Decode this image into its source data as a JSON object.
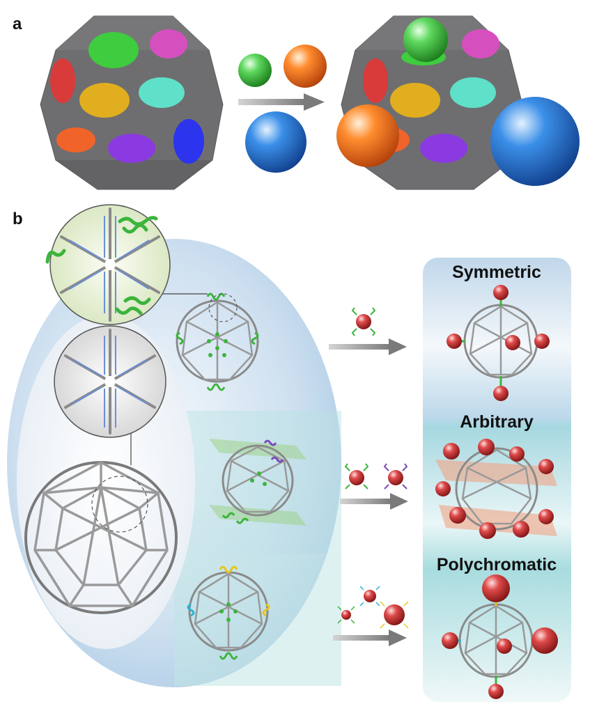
{
  "panels": {
    "a": {
      "letter": "a"
    },
    "b": {
      "letter": "b",
      "modes": [
        {
          "label": "Symmetric"
        },
        {
          "label": "Arbitrary"
        },
        {
          "label": "Polychromatic"
        }
      ]
    }
  },
  "colors": {
    "cage_body": "#6e6e70",
    "patch_green": "#3fcc3f",
    "patch_magenta": "#d64fbf",
    "patch_red": "#d93a3a",
    "patch_yellow": "#e0ae1f",
    "patch_cyan": "#5fe0c8",
    "patch_orange": "#f0642a",
    "patch_purple": "#8a3ae0",
    "patch_blue": "#2c34ee",
    "sphere_green": "#3fc43f",
    "sphere_orange": "#ff7a1a",
    "sphere_blue": "#2a7fe0",
    "nanoparticle_red": "#d83a3a",
    "dna_green": "#3cb43c",
    "dna_purple": "#7a4ab8",
    "dna_cyan": "#2ab4d0",
    "dna_yellow": "#e6c61a",
    "wireframe": "#9a9a9a",
    "arrow": "#8c8c8c"
  },
  "icons": {
    "polyhedron": "faceted-polyhedron-with-colored-patches",
    "wireframe": "dna-origami-wireframe-cage",
    "nanoparticle": "dna-functionalized-gold-nanoparticle",
    "zoom": "zoom-callout-circle",
    "arrow": "reaction-arrow"
  }
}
